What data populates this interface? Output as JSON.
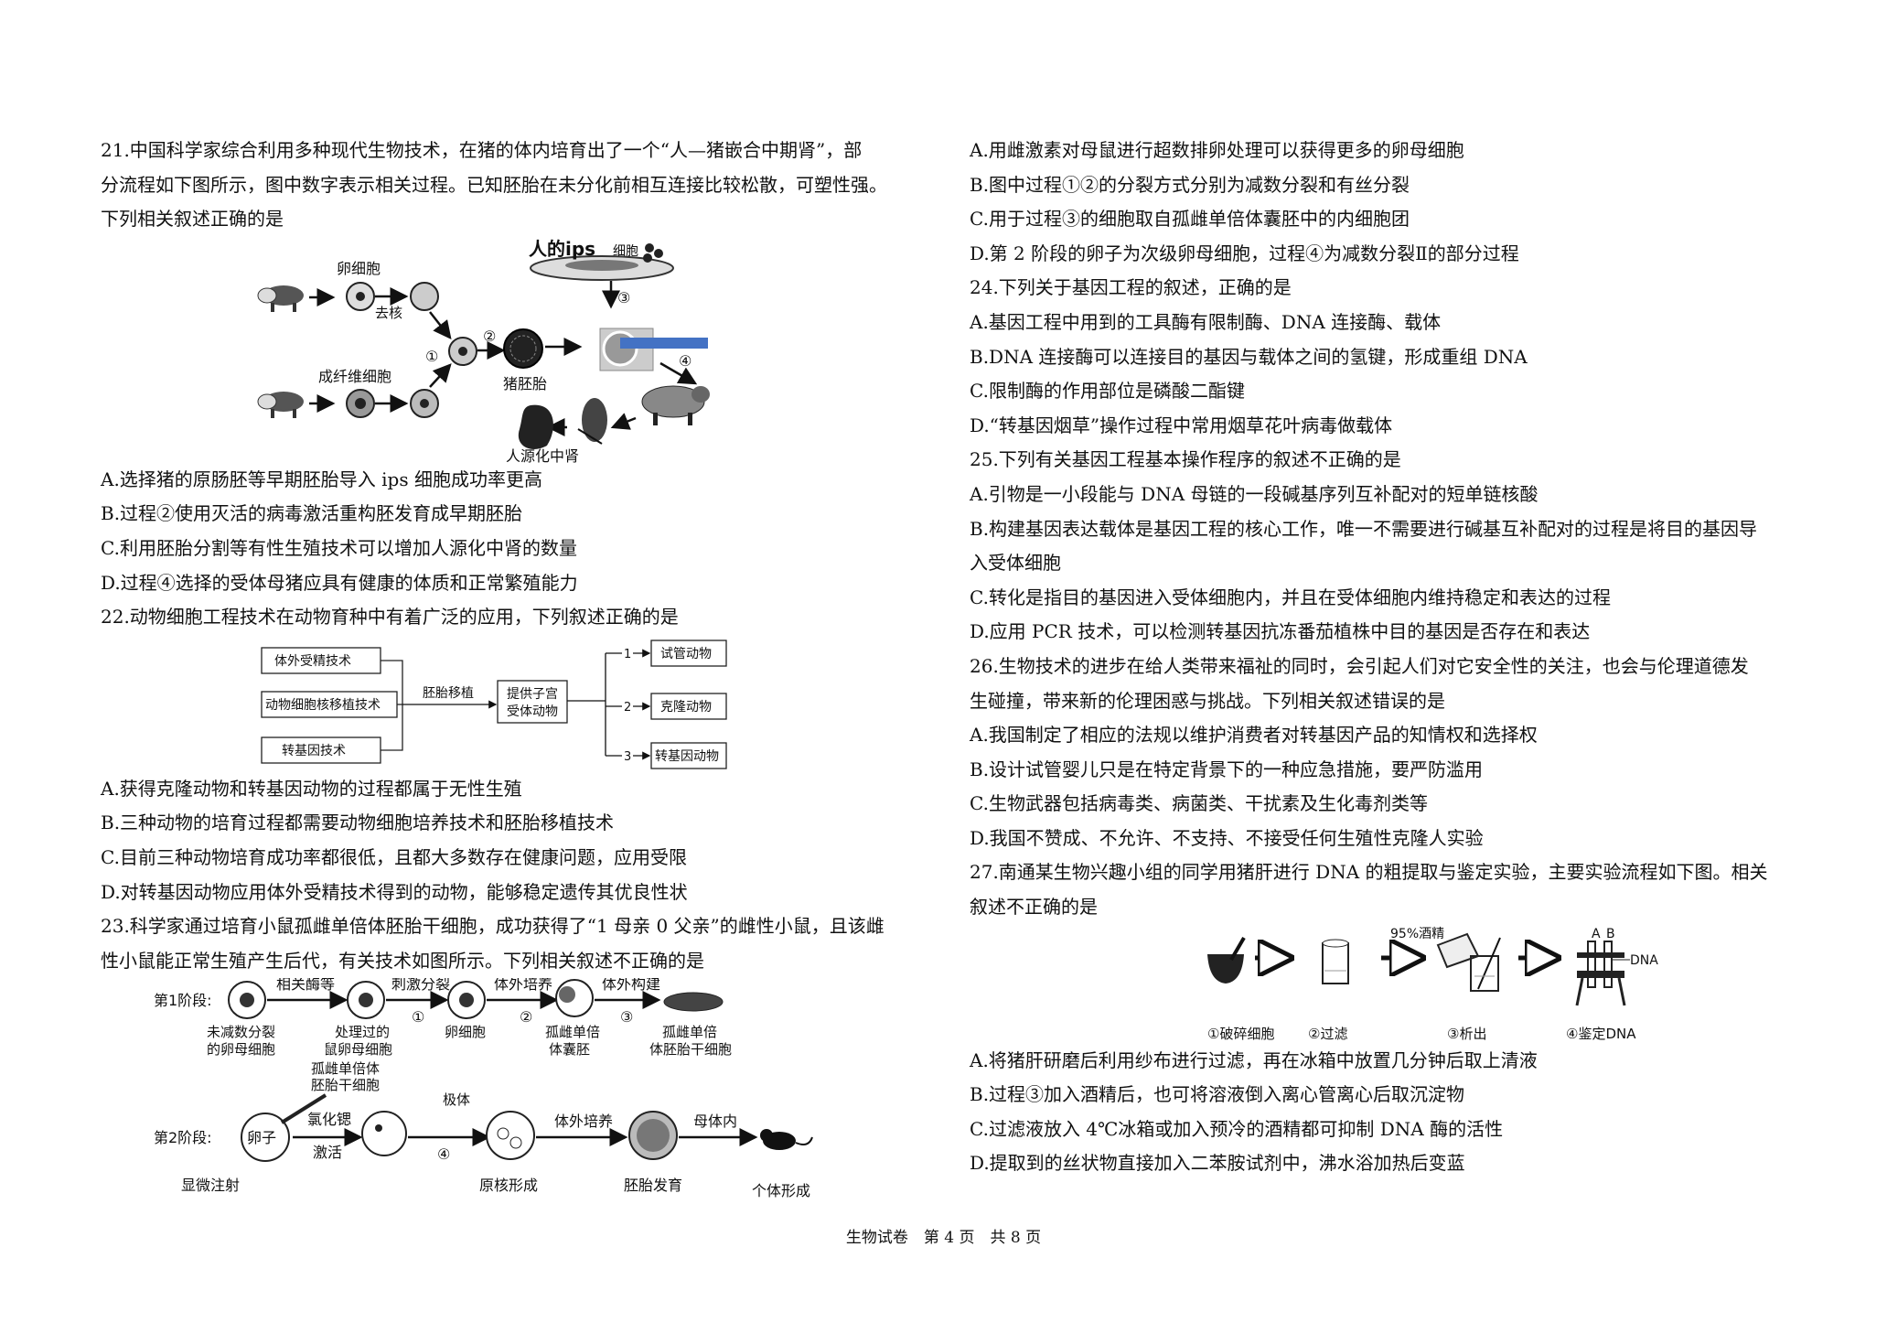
{
  "q21": {
    "stem": [
      "21.中国科学家综合利用多种现代生物技术，在猪的体内培育出了一个“人—猪嵌合中期肾”，部",
      "分流程如下图所示，图中数字表示相关过程。已知胚胎在未分化前相互连接比较松散，可塑性强。",
      "下列相关叙述正确的是"
    ],
    "figure": {
      "ips": "人的ips",
      "ips_cell": "细胞",
      "egg": "卵细胞",
      "enucleate": "去核",
      "fibroblast": "成纤维细胞",
      "embryo": "猪胚胎",
      "kidney": "人源化中肾",
      "n1": "①",
      "n2": "②",
      "n3": "③",
      "n4": "④"
    },
    "options": [
      "A.选择猪的原肠胚等早期胚胎导入 ips 细胞成功率更高",
      "B.过程②使用灭活的病毒激活重构胚发育成早期胚胎",
      "C.利用胚胎分割等有性生殖技术可以增加人源化中肾的数量",
      "D.过程④选择的受体母猪应具有健康的体质和正常繁殖能力"
    ]
  },
  "q22": {
    "stem": "22.动物细胞工程技术在动物育种中有着广泛的应用，下列叙述正确的是",
    "figure": {
      "box1": "体外受精技术",
      "box2": "动物细胞核移植技术",
      "box3": "转基因技术",
      "transfer": "胚胎移植",
      "host_line1": "提供子宫",
      "host_line2": "受体动物",
      "out1": "试管动物",
      "out2": "克隆动物",
      "out3": "转基因动物",
      "num1": "1",
      "num2": "2",
      "num3": "3"
    },
    "options": [
      "A.获得克隆动物和转基因动物的过程都属于无性生殖",
      "B.三种动物的培育过程都需要动物细胞培养技术和胚胎移植技术",
      "C.目前三种动物培育成功率都很低，且都大多数存在健康问题，应用受限",
      "D.对转基因动物应用体外受精技术得到的动物，能够稳定遗传其优良性状"
    ]
  },
  "q23": {
    "stem": [
      "23.科学家通过培育小鼠孤雌单倍体胚胎干细胞，成功获得了“1 母亲 0 父亲”的雌性小鼠，且该雌",
      "性小鼠能正常生殖产生后代，有关技术如图所示。下列相关叙述不正确的是"
    ],
    "figure": {
      "stage1": "第1阶段:",
      "stage2": "第2阶段:",
      "enzyme": "相关酶等",
      "stimulate": "刺激分裂",
      "culture1": "体外培养",
      "construct": "体外构建",
      "cell_a1": "未减数分裂",
      "cell_a2": "的卵母细胞",
      "cell_b1": "处理过的",
      "cell_b2": "鼠卵母细胞",
      "cell_c": "卵细胞",
      "cell_d1": "孤雌单倍",
      "cell_d2": "体囊胚",
      "cell_e1": "孤雌单倍",
      "cell_e2": "体胚胎干细胞",
      "inject1": "孤雌单倍体",
      "inject2": "胚胎干细胞",
      "egg": "卵子",
      "micro": "显微注射",
      "chem1": "氯化锶",
      "chem2": "激活",
      "polar": "极体",
      "culture2": "体外培养",
      "mother": "母体内",
      "pronuc": "原核形成",
      "embryo_dev": "胚胎发育",
      "individual": "个体形成",
      "n1": "①",
      "n2": "②",
      "n3": "③",
      "n4": "④"
    },
    "options": [
      "A.用雌激素对母鼠进行超数排卵处理可以获得更多的卵母细胞",
      "B.图中过程①②的分裂方式分别为减数分裂和有丝分裂",
      "C.用于过程③的细胞取自孤雌单倍体囊胚中的内细胞团",
      "D.第 2 阶段的卵子为次级卵母细胞，过程④为减数分裂Ⅱ的部分过程"
    ]
  },
  "q24": {
    "stem": "24.下列关于基因工程的叙述，正确的是",
    "options": [
      "A.基因工程中用到的工具酶有限制酶、DNA 连接酶、载体",
      "B.DNA 连接酶可以连接目的基因与载体之间的氢键，形成重组 DNA",
      "C.限制酶的作用部位是磷酸二酯键",
      "D.“转基因烟草”操作过程中常用烟草花叶病毒做载体"
    ]
  },
  "q25": {
    "stem": "25.下列有关基因工程基本操作程序的叙述不正确的是",
    "options": [
      "A.引物是一小段能与 DNA 母链的一段碱基序列互补配对的短单链核酸",
      "B.构建基因表达载体是基因工程的核心工作，唯一不需要进行碱基互补配对的过程是将目的基因导",
      "入受体细胞",
      "C.转化是指目的基因进入受体细胞内，并且在受体细胞内维持稳定和表达的过程",
      "D.应用 PCR 技术，可以检测转基因抗冻番茄植株中目的基因是否存在和表达"
    ]
  },
  "q26": {
    "stem": [
      "26.生物技术的进步在给人类带来福祉的同时，会引起人们对它安全性的关注，也会与伦理道德发",
      "生碰撞，带来新的伦理困惑与挑战。下列相关叙述错误的是"
    ],
    "options": [
      "A.我国制定了相应的法规以维护消费者对转基因产品的知情权和选择权",
      "B.设计试管婴儿只是在特定背景下的一种应急措施，要严防滥用",
      "C.生物武器包括病毒类、病菌类、干扰素及生化毒剂类等",
      "D.我国不赞成、不允许、不支持、不接受任何生殖性克隆人实验"
    ]
  },
  "q27": {
    "stem": [
      "27.南通某生物兴趣小组的同学用猪肝进行 DNA 的粗提取与鉴定实验，主要实验流程如下图。相关",
      "叙述不正确的是"
    ],
    "figure": {
      "alcohol": "95%酒精",
      "a": "A",
      "b": "B",
      "dna": "DNA",
      "step1": "①破碎细胞",
      "step2": "②过滤",
      "step3": "③析出",
      "step4": "④鉴定DNA"
    },
    "options": [
      "A.将猪肝研磨后利用纱布进行过滤，再在冰箱中放置几分钟后取上清液",
      "B.过程③加入酒精后，也可将溶液倒入离心管离心后取沉淀物",
      "C.过滤液放入 4℃冰箱或加入预冷的酒精都可抑制 DNA 酶的活性",
      "D.提取到的丝状物直接加入二苯胺试剂中，沸水浴加热后变蓝"
    ]
  },
  "footer": "生物试卷　第 4 页　共 8 页"
}
